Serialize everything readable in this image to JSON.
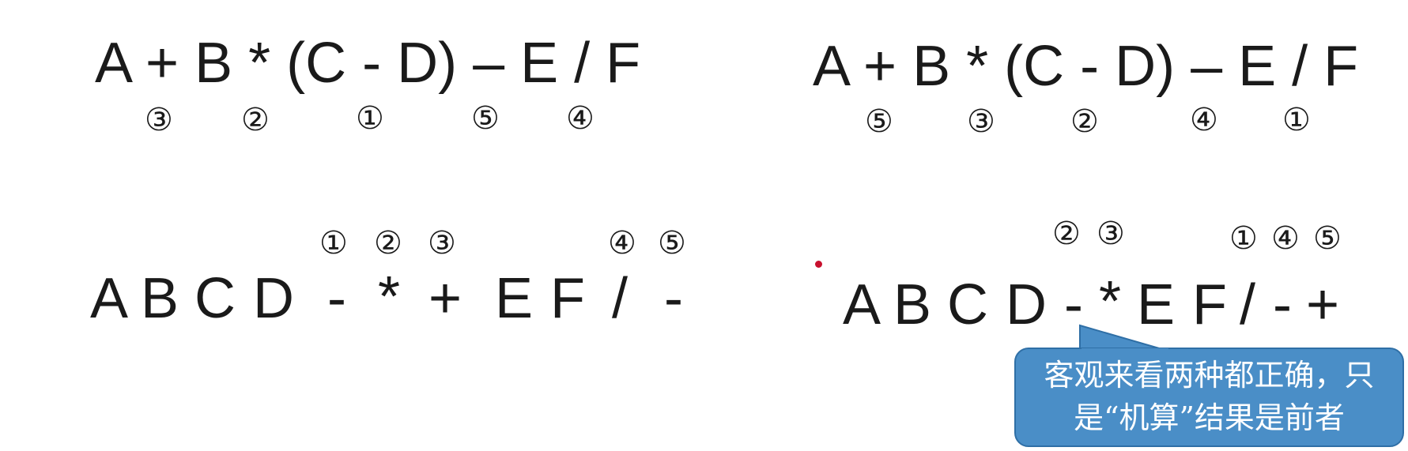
{
  "top_left": {
    "expression": "A + B * (C - D) – E / F",
    "order_marks": [
      "③",
      "②",
      "①",
      "⑤",
      "④"
    ]
  },
  "top_right": {
    "expression": "A + B * (C - D) – E / F",
    "order_marks": [
      "⑤",
      "③",
      "②",
      "④",
      "①"
    ]
  },
  "bottom_left": {
    "tokens": [
      "A",
      "B",
      "C",
      "D",
      "-",
      "*",
      "+",
      "E",
      "F",
      "/",
      "-"
    ],
    "order_marks": [
      "①",
      "②",
      "③",
      "④",
      "⑤"
    ]
  },
  "bottom_right": {
    "tokens": [
      "A",
      "B",
      "C",
      "D",
      "-",
      "*",
      "E",
      "F",
      "/",
      "-",
      "+"
    ],
    "order_marks": [
      "②",
      "③",
      "①",
      "④",
      "⑤"
    ]
  },
  "callout": {
    "line1": "客观来看两种都正确，只",
    "line2": "是“机算”结果是前者",
    "color": "#4a8ec7"
  },
  "laser_dot_color": "#c8102e"
}
